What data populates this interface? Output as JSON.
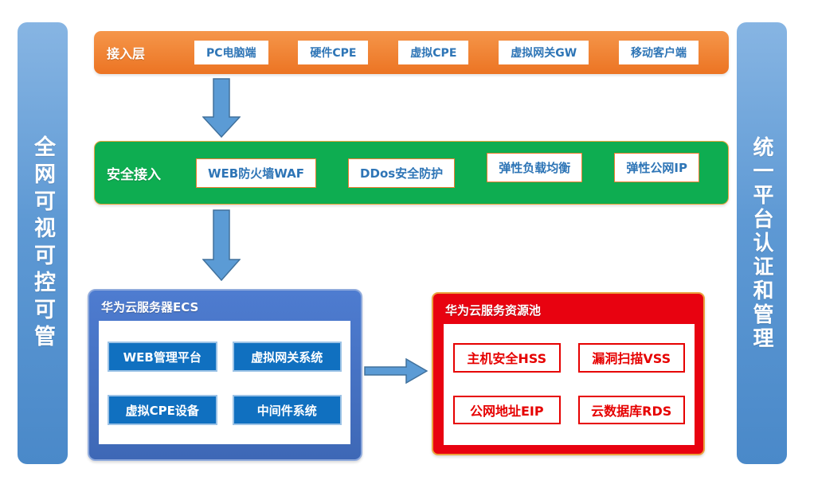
{
  "side_bars": {
    "left_label": "全网可视可控可管",
    "right_label": "统一平台认证和管理"
  },
  "access_layer": {
    "title": "接入层",
    "items": [
      "PC电脑端",
      "硬件CPE",
      "虚拟CPE",
      "虚拟网关GW",
      "移动客户端"
    ]
  },
  "secure_layer": {
    "title": "安全接入",
    "items": [
      "WEB防火墙WAF",
      "DDos安全防护",
      "弹性负载均衡",
      "弹性公网IP"
    ]
  },
  "ecs_box": {
    "title": "华为云服务器ECS",
    "items": [
      "WEB管理平台",
      "虚拟网关系统",
      "虚拟CPE设备",
      "中间件系统"
    ]
  },
  "resource_pool": {
    "title": "华为云服务资源池",
    "items": [
      "主机安全HSS",
      "漏洞扫描VSS",
      "公网地址EIP",
      "云数据库RDS"
    ]
  },
  "colors": {
    "access_orange": "#ED7D31",
    "secure_green": "#0EAD51",
    "side_bar_blue": "#5B9BD5",
    "ecs_blue": "#4472C4",
    "node_blue": "#1070C0",
    "pool_red": "#E60000",
    "arrow_fill": "#5B9BD5",
    "arrow_stroke": "#41719C",
    "chip_text_blue": "#2E75B6",
    "chip_border_orange": "#ED7D31"
  }
}
